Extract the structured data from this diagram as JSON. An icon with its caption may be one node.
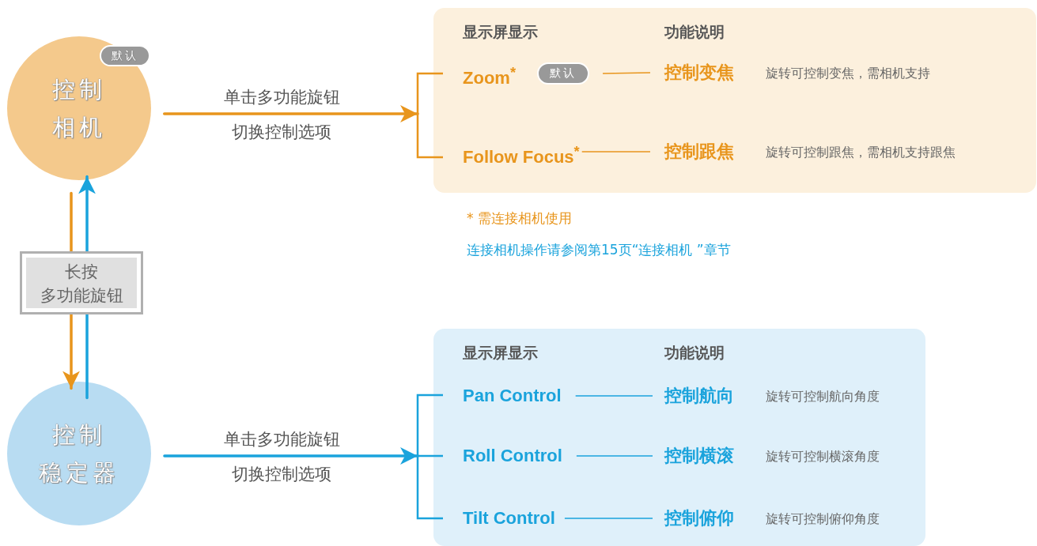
{
  "diagram": {
    "nodes": [
      {
        "text": [
          "控制相机"
        ]
      },
      {
        "text": [
          "默认"
        ],
        "in": 0
      },
      {
        "text": [
          "长按多功能旋钮"
        ]
      },
      {
        "text": [
          "控制稳定器"
        ]
      },
      {
        "text": [
          "显示屏显示",
          "功能说明"
        ]
      },
      {
        "text": [
          "Zoom$^{*}$"
        ],
        "in": 4
      },
      {
        "text": [
          "默认"
        ],
        "in": 4
      },
      {
        "text": [
          "控制变焦"
        ],
        "in": 4,
        "beside": [
          "旋转可控制变焦，需相机支持"
        ]
      },
      {
        "text": [
          "Follow Focus$^{*}$"
        ],
        "in": 4
      },
      {
        "text": [
          "控制跟焦"
        ],
        "in": 4,
        "beside": [
          "旋转可控制跟焦，需相机支持跟焦"
        ]
      },
      {
        "text": [
          "显示屏显示",
          "功能说明"
        ]
      },
      {
        "text": [
          "Pan Control"
        ],
        "in": 10
      },
      {
        "text": [
          "控制航向"
        ],
        "in": 10,
        "beside": [
          "旋转可控制航向角度"
        ]
      },
      {
        "text": [
          "Roll Control"
        ],
        "in": 10
      },
      {
        "text": [
          "控制横滚"
        ],
        "in": 10,
        "beside": [
          "旋转可控制横滚角度"
        ]
      },
      {
        "text": [
          "Tilt Control"
        ],
        "in": 10
      },
      {
        "text": [
          "控制俯仰"
        ],
        "in": 10,
        "beside": [
          "旋转可控制俯仰角度"
        ]
      }
    ],
    "edges": [
      {
        "from": 0,
        "to": 4,
        "arrow": "to",
        "color": "#e8951c"
      },
      {
        "from": 0,
        "to": 2,
        "arrow": "none",
        "color": "#e8951c"
      },
      {
        "from": 2,
        "to": 3,
        "arrow": "to",
        "color": "#e8951c"
      },
      {
        "from": 3,
        "to": 2,
        "arrow": "none"
      },
      {
        "from": 2,
        "to": 0,
        "arrow": "to"
      },
      {
        "from": 3,
        "to": 10,
        "arrow": "to"
      },
      {
        "from": 6,
        "to": 7,
        "arrow": "none",
        "color": "#e8951c"
      },
      {
        "from": 8,
        "to": 9,
        "arrow": "none",
        "color": "#e8951c"
      },
      {
        "from": 11,
        "to": 12,
        "arrow": "none"
      },
      {
        "from": 13,
        "to": 14,
        "arrow": "none"
      },
      {
        "from": 15,
        "to": 16,
        "arrow": "none"
      }
    ],
    "labels": [
      "单击多功能旋钮",
      "切换控制选项",
      "* 需连接相机使用",
      "连接相机操作请参阅第15页“连接相机 ”章节",
      "单击多功能旋钮",
      "切换控制选项"
    ]
  }
}
